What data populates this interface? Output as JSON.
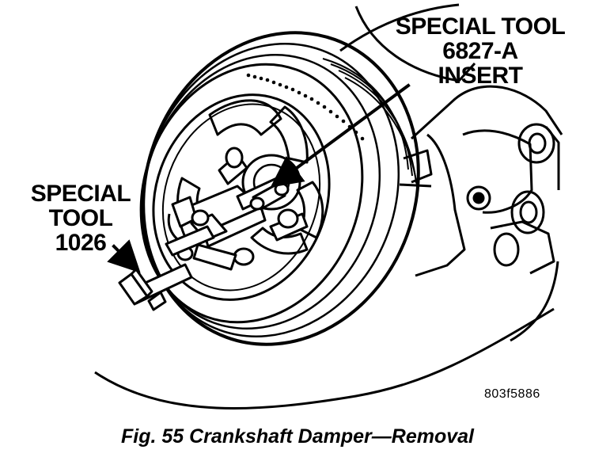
{
  "labels": {
    "tool_insert": [
      "SPECIAL TOOL",
      "6827-A",
      "INSERT"
    ],
    "tool_puller": [
      "SPECIAL",
      "TOOL",
      "1026"
    ]
  },
  "figure_code": "803f5886",
  "caption": "Fig. 55 Crankshaft Damper—Removal"
}
